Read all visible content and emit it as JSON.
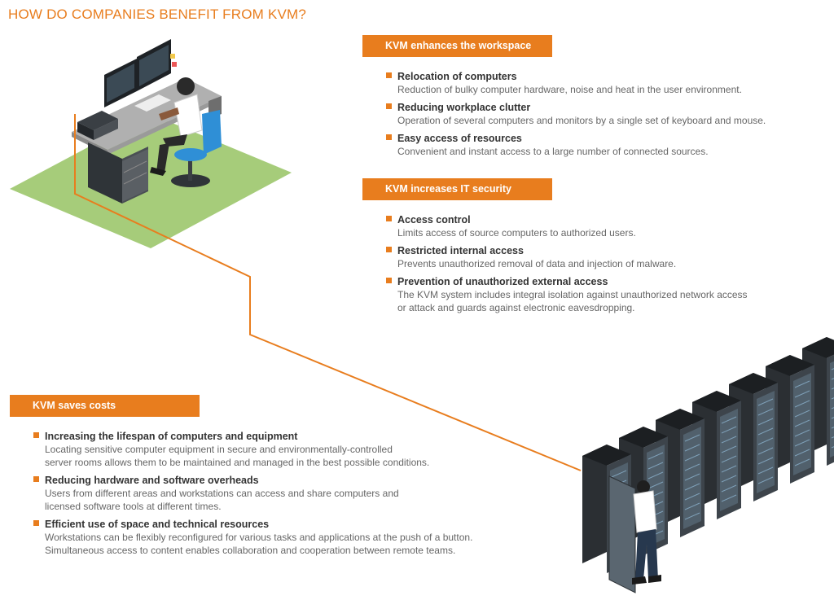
{
  "title": "HOW DO COMPANIES BENEFIT FROM KVM?",
  "colors": {
    "accent": "#e87d1e",
    "floor": "#a6cc7a",
    "text": "#666666",
    "heading_text": "#333333"
  },
  "sections": [
    {
      "label": "KVM enhances the workspace",
      "items": [
        {
          "title": "Relocation of computers",
          "desc": [
            "Reduction of bulky computer hardware, noise and heat in the user environment."
          ]
        },
        {
          "title": "Reducing workplace clutter",
          "desc": [
            "Operation of several computers and monitors by a single set of keyboard and mouse."
          ]
        },
        {
          "title": "Easy access of resources",
          "desc": [
            "Convenient and instant access to a large number of connected sources."
          ]
        }
      ]
    },
    {
      "label": "KVM increases IT security",
      "items": [
        {
          "title": "Access control",
          "desc": [
            "Limits access of source computers to authorized users."
          ]
        },
        {
          "title": "Restricted internal access",
          "desc": [
            "Prevents unauthorized removal of data and injection of malware."
          ]
        },
        {
          "title": "Prevention of unauthorized external access",
          "desc": [
            "The KVM system includes integral isolation against unauthorized network access",
            "or attack and guards against electronic eavesdropping."
          ]
        }
      ]
    },
    {
      "label": "KVM saves costs",
      "items": [
        {
          "title": "Increasing the lifespan of computers and equipment",
          "desc": [
            "Locating sensitive computer equipment in secure and environmentally-controlled",
            "server rooms allows them to be maintained and managed in the best possible conditions."
          ]
        },
        {
          "title": "Reducing hardware and software overheads",
          "desc": [
            "Users from different areas and workstations can access and share computers and",
            "licensed software tools at different times."
          ]
        },
        {
          "title": "Efficient use of space and technical resources",
          "desc": [
            "Workstations can be flexibly reconfigured for various tasks and applications at the push of a button.",
            "Simultaneous access to content enables collaboration and cooperation between remote teams."
          ]
        }
      ]
    }
  ]
}
